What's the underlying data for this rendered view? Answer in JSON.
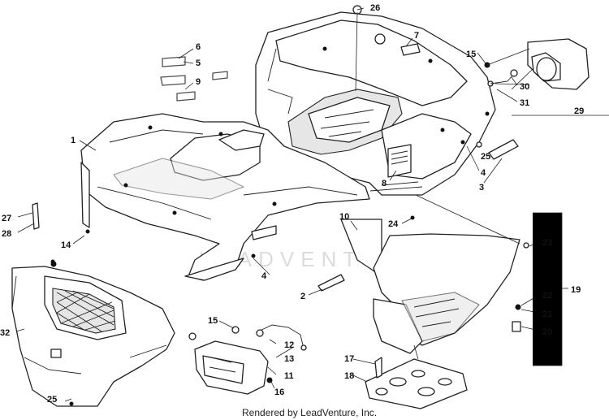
{
  "watermark": "LEADVENTURE",
  "footer_text": "Rendered by LeadVenture, Inc.",
  "callouts": [
    {
      "id": "c1",
      "label": "1"
    },
    {
      "id": "c2",
      "label": "2"
    },
    {
      "id": "c3",
      "label": "3"
    },
    {
      "id": "c4a",
      "label": "4"
    },
    {
      "id": "c4b",
      "label": "4"
    },
    {
      "id": "c5",
      "label": "5"
    },
    {
      "id": "c6",
      "label": "6"
    },
    {
      "id": "c7",
      "label": "7"
    },
    {
      "id": "c8",
      "label": "8"
    },
    {
      "id": "c9",
      "label": "9"
    },
    {
      "id": "c10",
      "label": "10"
    },
    {
      "id": "c11",
      "label": "11"
    },
    {
      "id": "c12",
      "label": "12"
    },
    {
      "id": "c13",
      "label": "13"
    },
    {
      "id": "c14",
      "label": "14"
    },
    {
      "id": "c15a",
      "label": "15"
    },
    {
      "id": "c15b",
      "label": "15"
    },
    {
      "id": "c16",
      "label": "16"
    },
    {
      "id": "c17",
      "label": "17"
    },
    {
      "id": "c18",
      "label": "18"
    },
    {
      "id": "c19",
      "label": "19"
    },
    {
      "id": "c20",
      "label": "20"
    },
    {
      "id": "c21",
      "label": "21"
    },
    {
      "id": "c22",
      "label": "22"
    },
    {
      "id": "c23",
      "label": "23"
    },
    {
      "id": "c24",
      "label": "24"
    },
    {
      "id": "c25a",
      "label": "25"
    },
    {
      "id": "c25b",
      "label": "25"
    },
    {
      "id": "c26",
      "label": "26"
    },
    {
      "id": "c27",
      "label": "27"
    },
    {
      "id": "c28",
      "label": "28"
    },
    {
      "id": "c29",
      "label": "29"
    },
    {
      "id": "c30",
      "label": "30"
    },
    {
      "id": "c31",
      "label": "31"
    },
    {
      "id": "c32",
      "label": "32"
    }
  ]
}
